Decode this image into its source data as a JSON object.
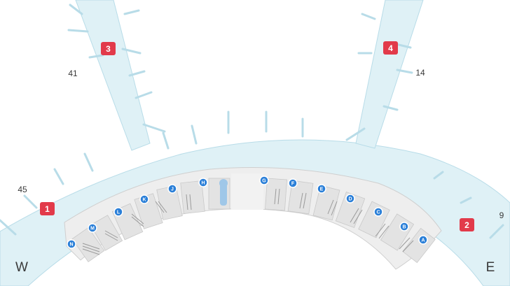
{
  "colors": {
    "airside": "#dff1f6",
    "airside_stroke": "#b8dce8",
    "terminal_floor": "#eeeeee",
    "terminal_wall": "#cfcfcf",
    "gate_marker": "#2a7fd8",
    "gate_marker_stroke": "#ffffff",
    "gate_number_badge": "#e23a4a",
    "compass_text": "#3a3a3a",
    "stand_number_text": "#3a3a3a"
  },
  "gate_badges": [
    {
      "id": "badge-1",
      "label": "1"
    },
    {
      "id": "badge-2",
      "label": "2"
    },
    {
      "id": "badge-3",
      "label": "3"
    },
    {
      "id": "badge-4",
      "label": "4"
    }
  ],
  "stand_numbers": [
    {
      "id": "stand-41",
      "label": "41"
    },
    {
      "id": "stand-14",
      "label": "14"
    },
    {
      "id": "stand-45",
      "label": "45"
    },
    {
      "id": "stand-9",
      "label": "9"
    }
  ],
  "compass": {
    "west": "W",
    "east": "E"
  },
  "gate_markers": [
    "N",
    "M",
    "L",
    "K",
    "J",
    "H",
    "G",
    "F",
    "E",
    "D",
    "C",
    "B",
    "A"
  ]
}
